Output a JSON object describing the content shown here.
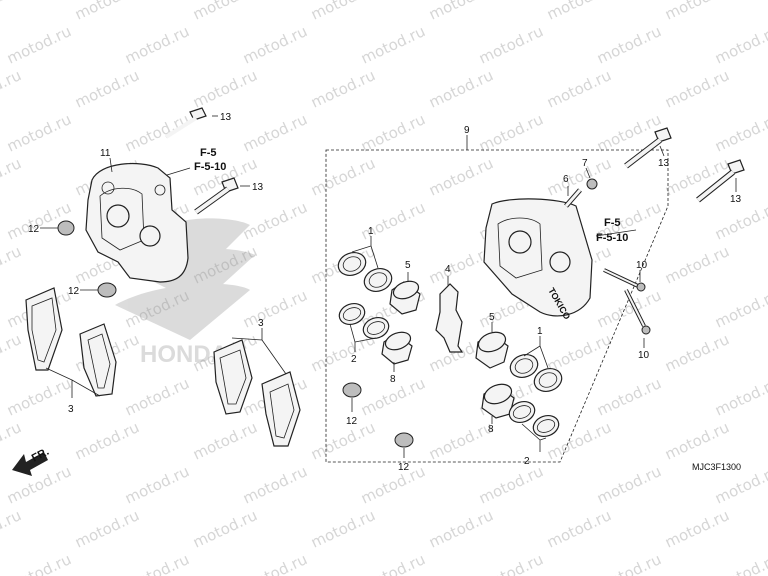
{
  "watermark": {
    "text": "motod.ru"
  },
  "callouts": {
    "c9": "9",
    "c13a": "13",
    "c13b": "13",
    "c13c": "13",
    "c13d": "13",
    "c11": "11",
    "c12a": "12",
    "c12b": "12",
    "c12c": "12",
    "c12d": "12",
    "c6": "6",
    "c7": "7",
    "c1a": "1",
    "c1b": "1",
    "c2a": "2",
    "c2b": "2",
    "c3a": "3",
    "c3b": "3",
    "c4": "4",
    "c5a": "5",
    "c5b": "5",
    "c8a": "8",
    "c8b": "8",
    "c10a": "10",
    "c10b": "10"
  },
  "references": {
    "left_f5": "F-5",
    "left_f510": "F-5-10",
    "right_f5": "F-5",
    "right_f510": "F-5-10"
  },
  "direction": {
    "label": "FR."
  },
  "diagram_code": "MJC3F1300",
  "caliper_brand": "TOKICO",
  "watermark_logo": "HONDA"
}
